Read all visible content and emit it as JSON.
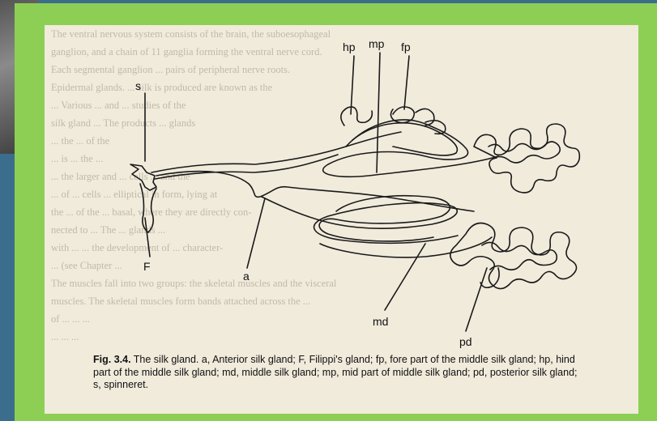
{
  "background_text": "The ventral nervous system consists of the brain, the suboesophageal\nganglion, and a chain of 11 ganglia forming the ventral nerve cord.\nEach segmental ganglion ... pairs of peripheral nerve roots.\nEpidermal glands. ... silk is produced are known as the\n... Various ... and ... studies of the\nsilk gland ... The products ... glands\n... the ... of the\n... is ... the ...\n... the larger and ... cells ... and the\n... of ... cells ... elliptical in form, lying at\nthe ... of the ... basal, where they are directly con-\nnected to ... The ... glands ...\nwith ... ... the development of ... character-\n... (see Chapter ...\nThe muscles fall into two groups: the skeletal muscles and the visceral\nmuscles. The skeletal muscles form bands attached across the ...\nof ... ... ...\n... ... ...",
  "labels": {
    "s": "s",
    "hp": "hp",
    "mp": "mp",
    "fp": "fp",
    "F": "F",
    "a": "a",
    "md": "md",
    "pd": "pd"
  },
  "caption": {
    "figure": "Fig. 3.4.",
    "text": "The silk gland. a, Anterior silk gland; F, Filippi's gland; fp, fore part of the middle silk gland; hp, hind part of the middle silk gland; md, middle silk gland; mp, mid part of middle silk gland; pd, posterior silk gland; s, spinneret."
  },
  "colors": {
    "frame": "#8dcf55",
    "page": "#f1ebdc",
    "outer": "#3b6d8c"
  }
}
